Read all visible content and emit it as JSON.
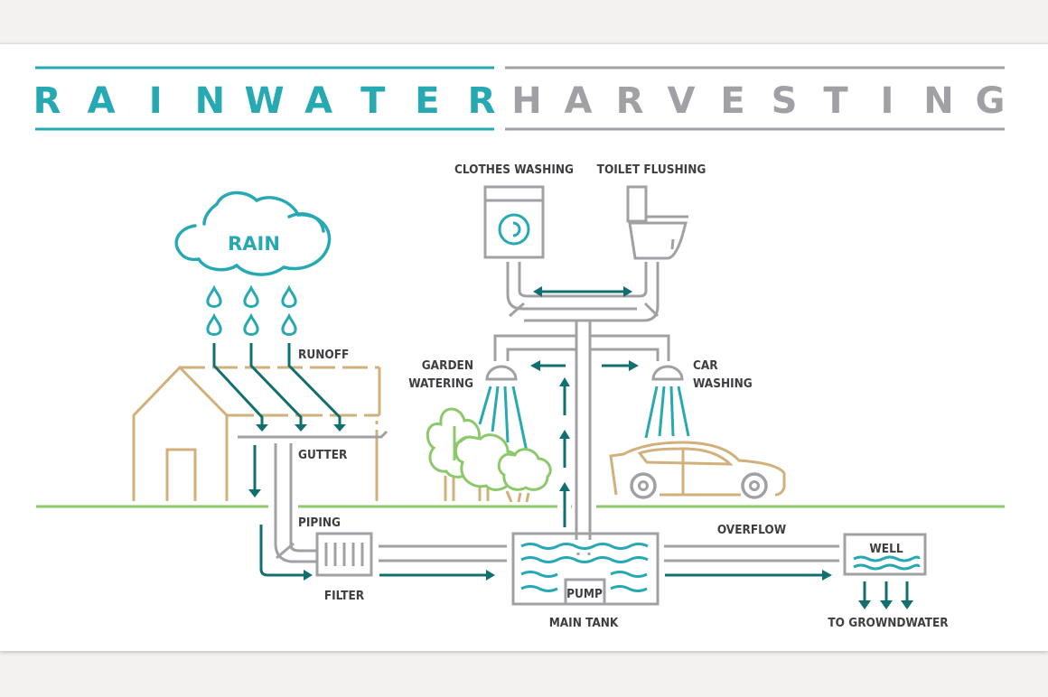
{
  "title": {
    "word1": "RAINWATER",
    "word2": "HARVESTING",
    "word1_letters": [
      "R",
      "A",
      "I",
      "N",
      "W",
      "A",
      "T",
      "E",
      "R"
    ],
    "word2_letters": [
      "H",
      "A",
      "R",
      "V",
      "E",
      "S",
      "T",
      "I",
      "N",
      "G"
    ]
  },
  "colors": {
    "teal_light": "#27a9b3",
    "teal_dark": "#11706f",
    "gray": "#a0a0a5",
    "tan": "#d1b07b",
    "green": "#8cc96a",
    "label": "#3d3e42",
    "background": "#f3f2f0",
    "card": "#ffffff"
  },
  "labels": {
    "rain": "RAIN",
    "runoff": "RUNOFF",
    "gutter": "GUTTER",
    "piping": "PIPING",
    "filter": "FILTER",
    "main_tank": "MAIN TANK",
    "pump": "PUMP",
    "overflow": "OVERFLOW",
    "well": "WELL",
    "to_groundwater": "TO GROWNDWATER",
    "clothes_washing": "CLOTHES WASHING",
    "toilet_flushing": "TOILET FLUSHING",
    "garden_watering_1": "GARDEN",
    "garden_watering_2": "WATERING",
    "car_washing_1": "CAR",
    "car_washing_2": "WASHING"
  },
  "icons": [
    "cloud-icon",
    "raindrop-icon",
    "house-icon",
    "gutter-icon",
    "filter-icon",
    "tank-icon",
    "pump-icon",
    "well-icon",
    "washing-machine-icon",
    "toilet-icon",
    "sprinkler-icon",
    "tree-icon",
    "car-icon",
    "flow-arrow-icon"
  ]
}
